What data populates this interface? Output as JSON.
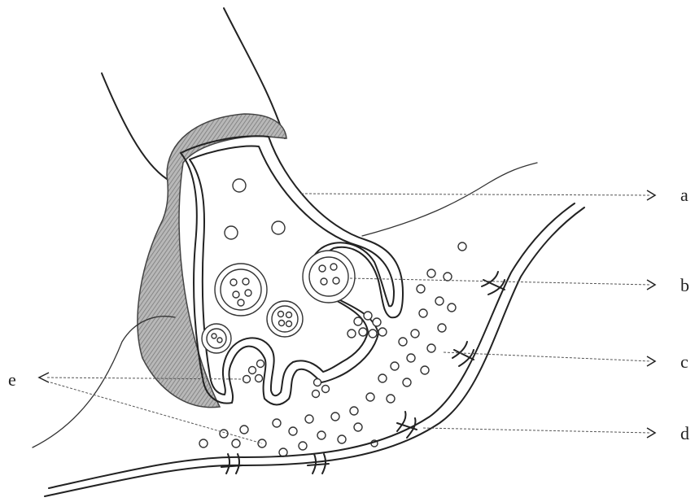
{
  "labels": {
    "a": "a",
    "b": "b",
    "c": "c",
    "d": "d",
    "e": "e"
  },
  "colors": {
    "ink": "#222222",
    "shade": "#9a9a9a",
    "background": "#ffffff"
  }
}
